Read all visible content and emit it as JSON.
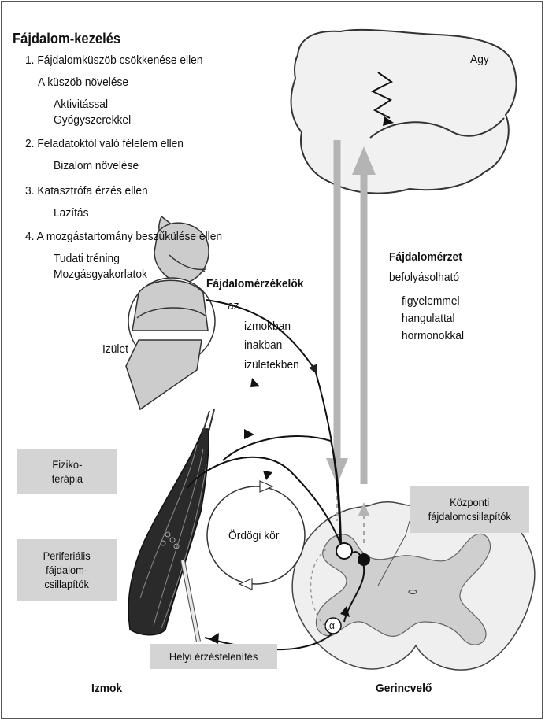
{
  "title": "Fájdalom-kezelés",
  "list": {
    "item1": "1. Fájdalomküszöb csökkenése ellen",
    "item1_sub": "A küszöb növelése",
    "item1_a": "Aktivitással",
    "item1_b": "Gyógyszerekkel",
    "item2": "2. Feladatoktól való félelem ellen",
    "item2_sub": "Bizalom növelése",
    "item3": "3. Katasztrófa érzés ellen",
    "item3_sub": "Lazítás",
    "item4": "4. A mozgástartomány beszűkülése ellen",
    "item4_a": "Tudati tréning",
    "item4_b": "Mozgásgyakorlatok"
  },
  "labels": {
    "brain": "Agy",
    "pain_sensation": "Fájdalomérzet",
    "influenced": "befolyásolható",
    "by_attention": "figyelemmel",
    "by_mood": "hangulattal",
    "by_hormones": "hormonokkal",
    "receptors": "Fájdalomérzékelők",
    "the": "az",
    "in_muscles": "izmokban",
    "in_tendons": "inakban",
    "in_joints": "izületekben",
    "joint": "Izület",
    "vicious_circle": "Ördögi kör",
    "muscles": "Izmok",
    "spinal_cord": "Gerincvelő",
    "alpha": "α"
  },
  "boxes": {
    "physio_1": "Fiziko-",
    "physio_2": "terápia",
    "central_1": "Központi",
    "central_2": "fájdalomcsillapítók",
    "peripheral_1": "Periferiális",
    "peripheral_2": "fájdalom-",
    "peripheral_3": "csillapítók",
    "local": "Helyi érzéstelenítés"
  }
}
